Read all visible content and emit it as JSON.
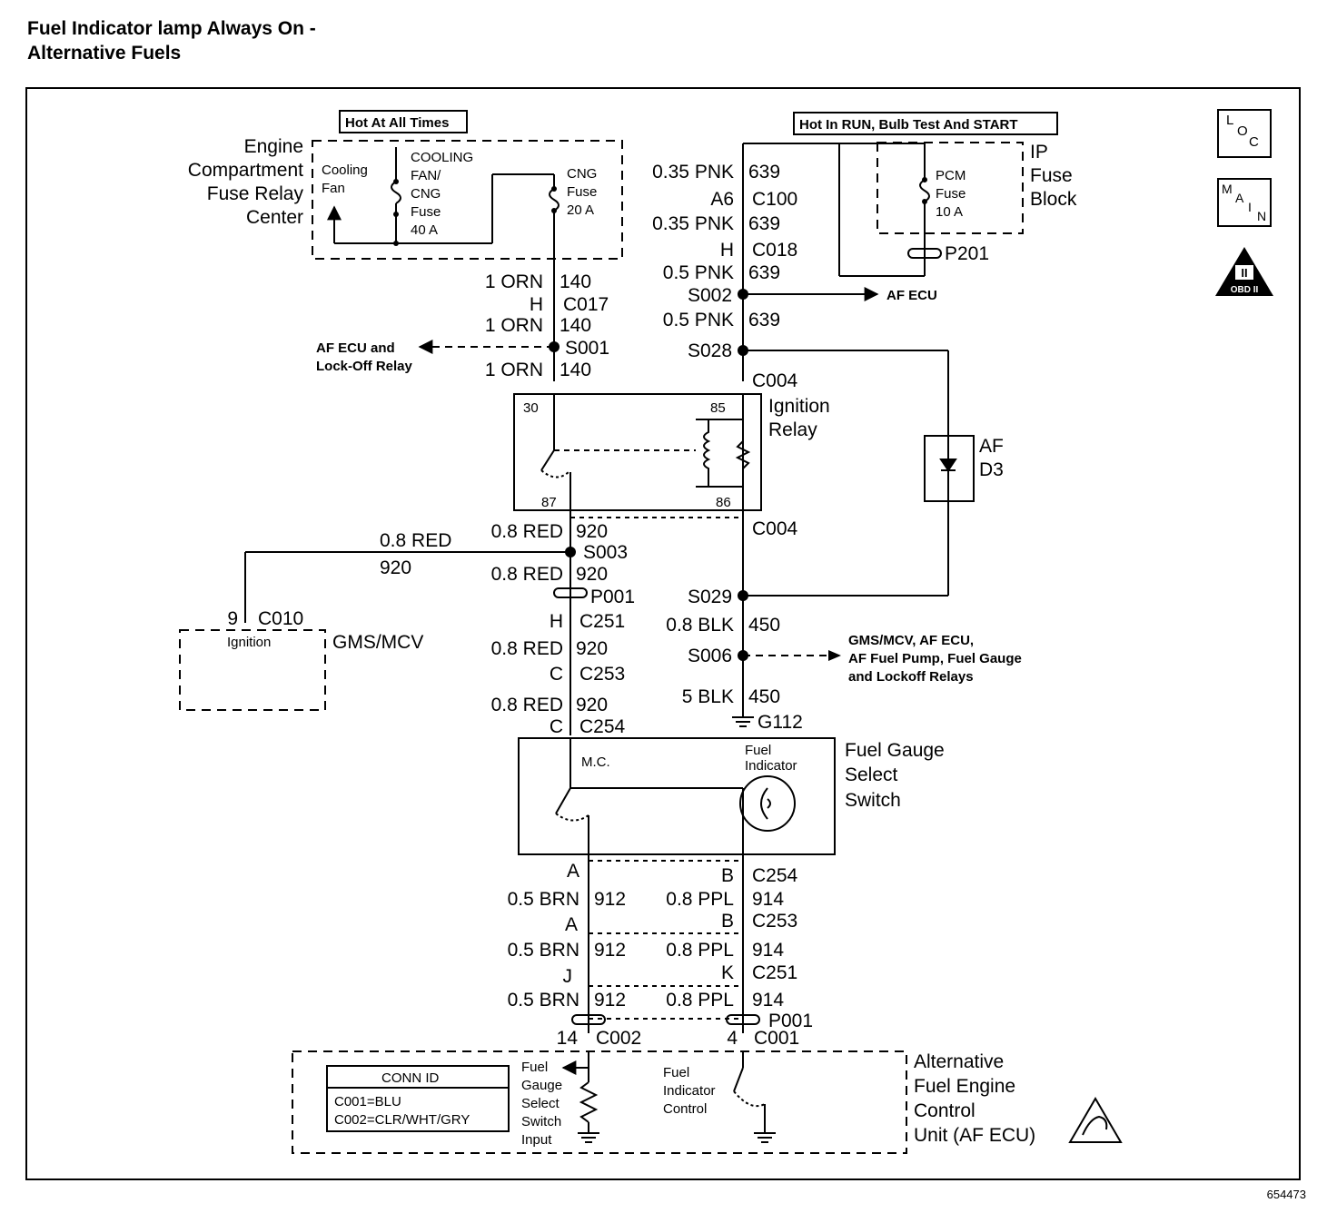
{
  "title": {
    "line1": "Fuel Indicator lamp Always On -",
    "line2": "Alternative Fuels"
  },
  "diagram_id": "654473",
  "nav": {
    "loc": [
      "L",
      "O",
      "C"
    ],
    "main": [
      "M",
      "A",
      "I",
      "N"
    ],
    "obd": "OBD II",
    "obd_mark": "II"
  },
  "labels": {
    "hot_all_times": "Hot At All Times",
    "hot_run": "Hot In RUN, Bulb Test And START",
    "efrc": [
      "Engine",
      "Compartment",
      "Fuse Relay",
      "Center"
    ],
    "cooling_fan": [
      "Cooling",
      "Fan"
    ],
    "cooling_fuse": [
      "COOLING",
      "FAN/",
      "CNG",
      "Fuse",
      "40 A"
    ],
    "cng_fuse": [
      "CNG",
      "Fuse",
      "20 A"
    ],
    "ip_fuse": [
      "IP",
      "Fuse",
      "Block"
    ],
    "pcm_fuse": [
      "PCM",
      "Fuse",
      "10 A"
    ],
    "p201": "P201",
    "af_ecu": "AF ECU",
    "af_ecu_lockoff": [
      "AF ECU and",
      "Lock-Off Relay"
    ],
    "ignition_relay": [
      "Ignition",
      "Relay"
    ],
    "relay_pins": {
      "p30": "30",
      "p85": "85",
      "p87": "87",
      "p86": "86"
    },
    "af_d3": [
      "AF",
      "D3"
    ],
    "gms_mcv": "GMS/MCV",
    "ignition": "Ignition",
    "c010": "C010",
    "c010_pin": "9",
    "s006_note": [
      "GMS/MCV, AF ECU,",
      "AF Fuel Pump, Fuel Gauge",
      "and Lockoff Relays"
    ],
    "g112": "G112",
    "fgss": [
      "Fuel Gauge",
      "Select",
      "Switch"
    ],
    "mc": "M.C.",
    "fuel_indicator": [
      "Fuel",
      "Indicator"
    ],
    "af_module": [
      "Alternative",
      "Fuel Engine",
      "Control",
      "Unit (AF ECU)"
    ],
    "conn_id": {
      "header": "CONN ID",
      "rows": [
        "C001=BLU",
        "C002=CLR/WHT/GRY"
      ]
    },
    "fgss_input": [
      "Fuel",
      "Gauge",
      "Select",
      "Switch",
      "Input"
    ],
    "fic": [
      "Fuel",
      "Indicator",
      "Control"
    ]
  },
  "wires": {
    "left": [
      {
        "gauge": "1 ORN",
        "circuit": "140"
      },
      {
        "gauge": "1 ORN",
        "circuit": "140"
      },
      {
        "gauge": "1 ORN",
        "circuit": "140"
      },
      {
        "gauge": "0.8 RED",
        "circuit": "920"
      },
      {
        "gauge": "0.8 RED",
        "circuit": "920"
      },
      {
        "gauge": "0.8 RED",
        "circuit": "920"
      },
      {
        "gauge": "0.8 RED",
        "circuit": "920"
      }
    ],
    "branch_red": {
      "gauge": "0.8 RED",
      "circuit": "920"
    },
    "right": [
      {
        "gauge": "0.35 PNK",
        "circuit": "639"
      },
      {
        "gauge": "0.35 PNK",
        "circuit": "639"
      },
      {
        "gauge": "0.5 PNK",
        "circuit": "639"
      },
      {
        "gauge": "0.5 PNK",
        "circuit": "639"
      },
      {
        "gauge": "0.8 BLK",
        "circuit": "450"
      },
      {
        "gauge": "5 BLK",
        "circuit": "450"
      }
    ],
    "bottom_left": [
      {
        "gauge": "0.5 BRN",
        "circuit": "912"
      },
      {
        "gauge": "0.5 BRN",
        "circuit": "912"
      },
      {
        "gauge": "0.5 BRN",
        "circuit": "912"
      }
    ],
    "bottom_right": [
      {
        "gauge": "0.8 PPL",
        "circuit": "914"
      },
      {
        "gauge": "0.8 PPL",
        "circuit": "914"
      },
      {
        "gauge": "0.8 PPL",
        "circuit": "914"
      }
    ]
  },
  "connectors": {
    "c017": {
      "pin": "H",
      "id": "C017"
    },
    "c100": {
      "pin": "A6",
      "id": "C100"
    },
    "c018": {
      "pin": "H",
      "id": "C018"
    },
    "c004_top": "C004",
    "c004_bot": "C004",
    "c251_top": {
      "pin": "H",
      "id": "C251"
    },
    "c253_top": {
      "pin": "C",
      "id": "C253"
    },
    "c254_top": {
      "pin": "C",
      "id": "C254"
    },
    "c254_bot": {
      "pin_a": "A",
      "pin_b": "B",
      "id": "C254"
    },
    "c253_bot": {
      "pin_a": "A",
      "pin_b": "B",
      "id": "C253"
    },
    "c251_bot": {
      "pin_a": "J",
      "pin_b": "K",
      "id": "C251"
    },
    "p001_top": "P001",
    "p001_bot": "P001",
    "c002": {
      "pin": "14",
      "id": "C002"
    },
    "c001": {
      "pin": "4",
      "id": "C001"
    }
  },
  "splices": {
    "s001": "S001",
    "s002": "S002",
    "s003": "S003",
    "s028": "S028",
    "s029": "S029",
    "s006": "S006"
  }
}
